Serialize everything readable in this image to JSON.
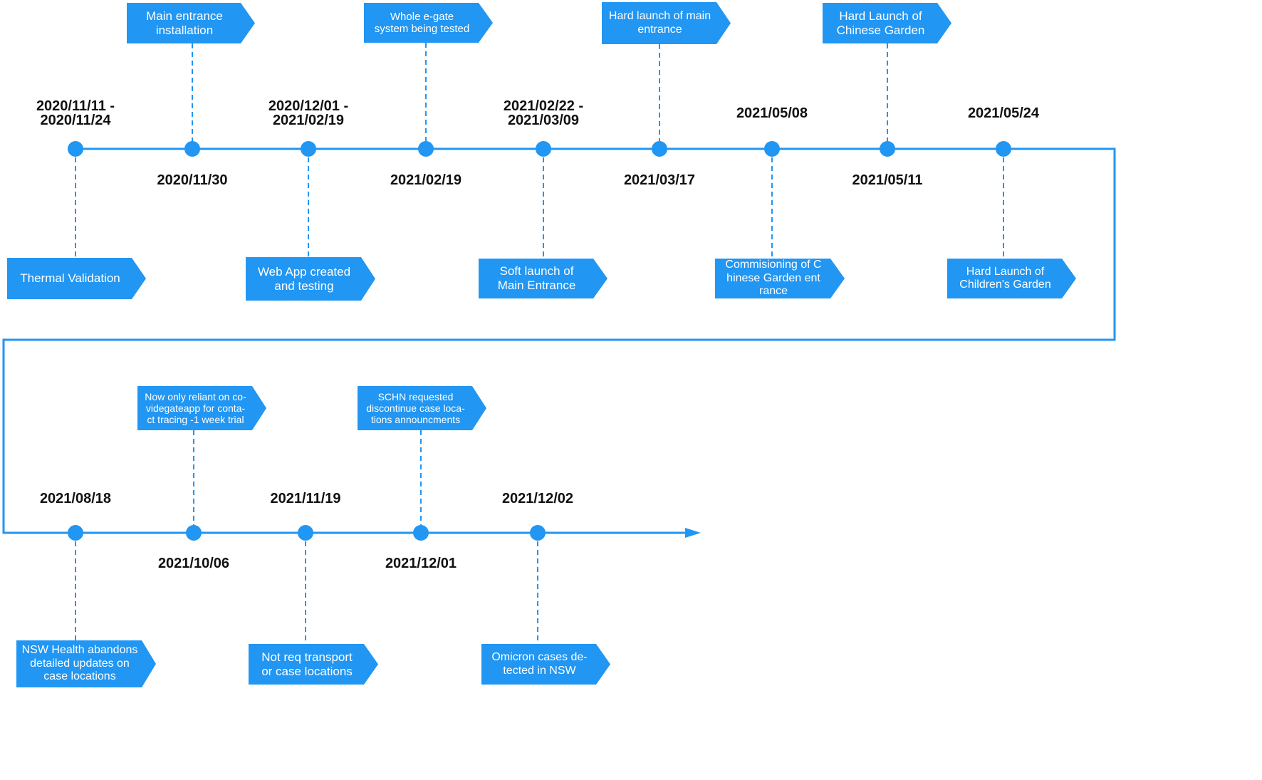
{
  "colors": {
    "accent": "#2196f3",
    "date_text": "#111111",
    "box_text": "#ffffff"
  },
  "row1": [
    {
      "date": [
        "2020/11/11 -",
        "2020/11/24"
      ],
      "label": "Thermal Validation"
    },
    {
      "date": [
        "2020/11/30"
      ],
      "label": "Main entrance\ninstallation"
    },
    {
      "date": [
        "2020/12/01 -",
        "2021/02/19"
      ],
      "label": "Web App created\nand testing"
    },
    {
      "date": [
        "2021/02/19"
      ],
      "label": "Whole e-gate\nsystem being tested"
    },
    {
      "date": [
        "2021/02/22 -",
        "2021/03/09"
      ],
      "label": "Soft launch of\nMain Entrance"
    },
    {
      "date": [
        "2021/03/17"
      ],
      "label": "Hard launch of main\nentrance"
    },
    {
      "date": [
        "2021/05/08"
      ],
      "label": "Commisioning of C\nhinese Garden ent\nrance"
    },
    {
      "date": [
        "2021/05/11"
      ],
      "label": "Hard Launch of\nChinese Garden"
    },
    {
      "date": [
        "2021/05/24"
      ],
      "label": "Hard Launch of\nChildren's Garden"
    }
  ],
  "row2": [
    {
      "date": [
        "2021/08/18"
      ],
      "label": "NSW Health abandons\ndetailed updates on\ncase locations"
    },
    {
      "date": [
        "2021/10/06"
      ],
      "label": "Now only reliant on co-\nvidegateapp for conta-\nct tracing -1 week trial"
    },
    {
      "date": [
        "2021/11/19"
      ],
      "label": "Not req transport\nor case locations"
    },
    {
      "date": [
        "2021/12/01"
      ],
      "label": "SCHN requested\ndiscontinue case loca-\ntions announcments"
    },
    {
      "date": [
        "2021/12/02"
      ],
      "label": "Omicron cases de-\ntected in NSW"
    }
  ]
}
